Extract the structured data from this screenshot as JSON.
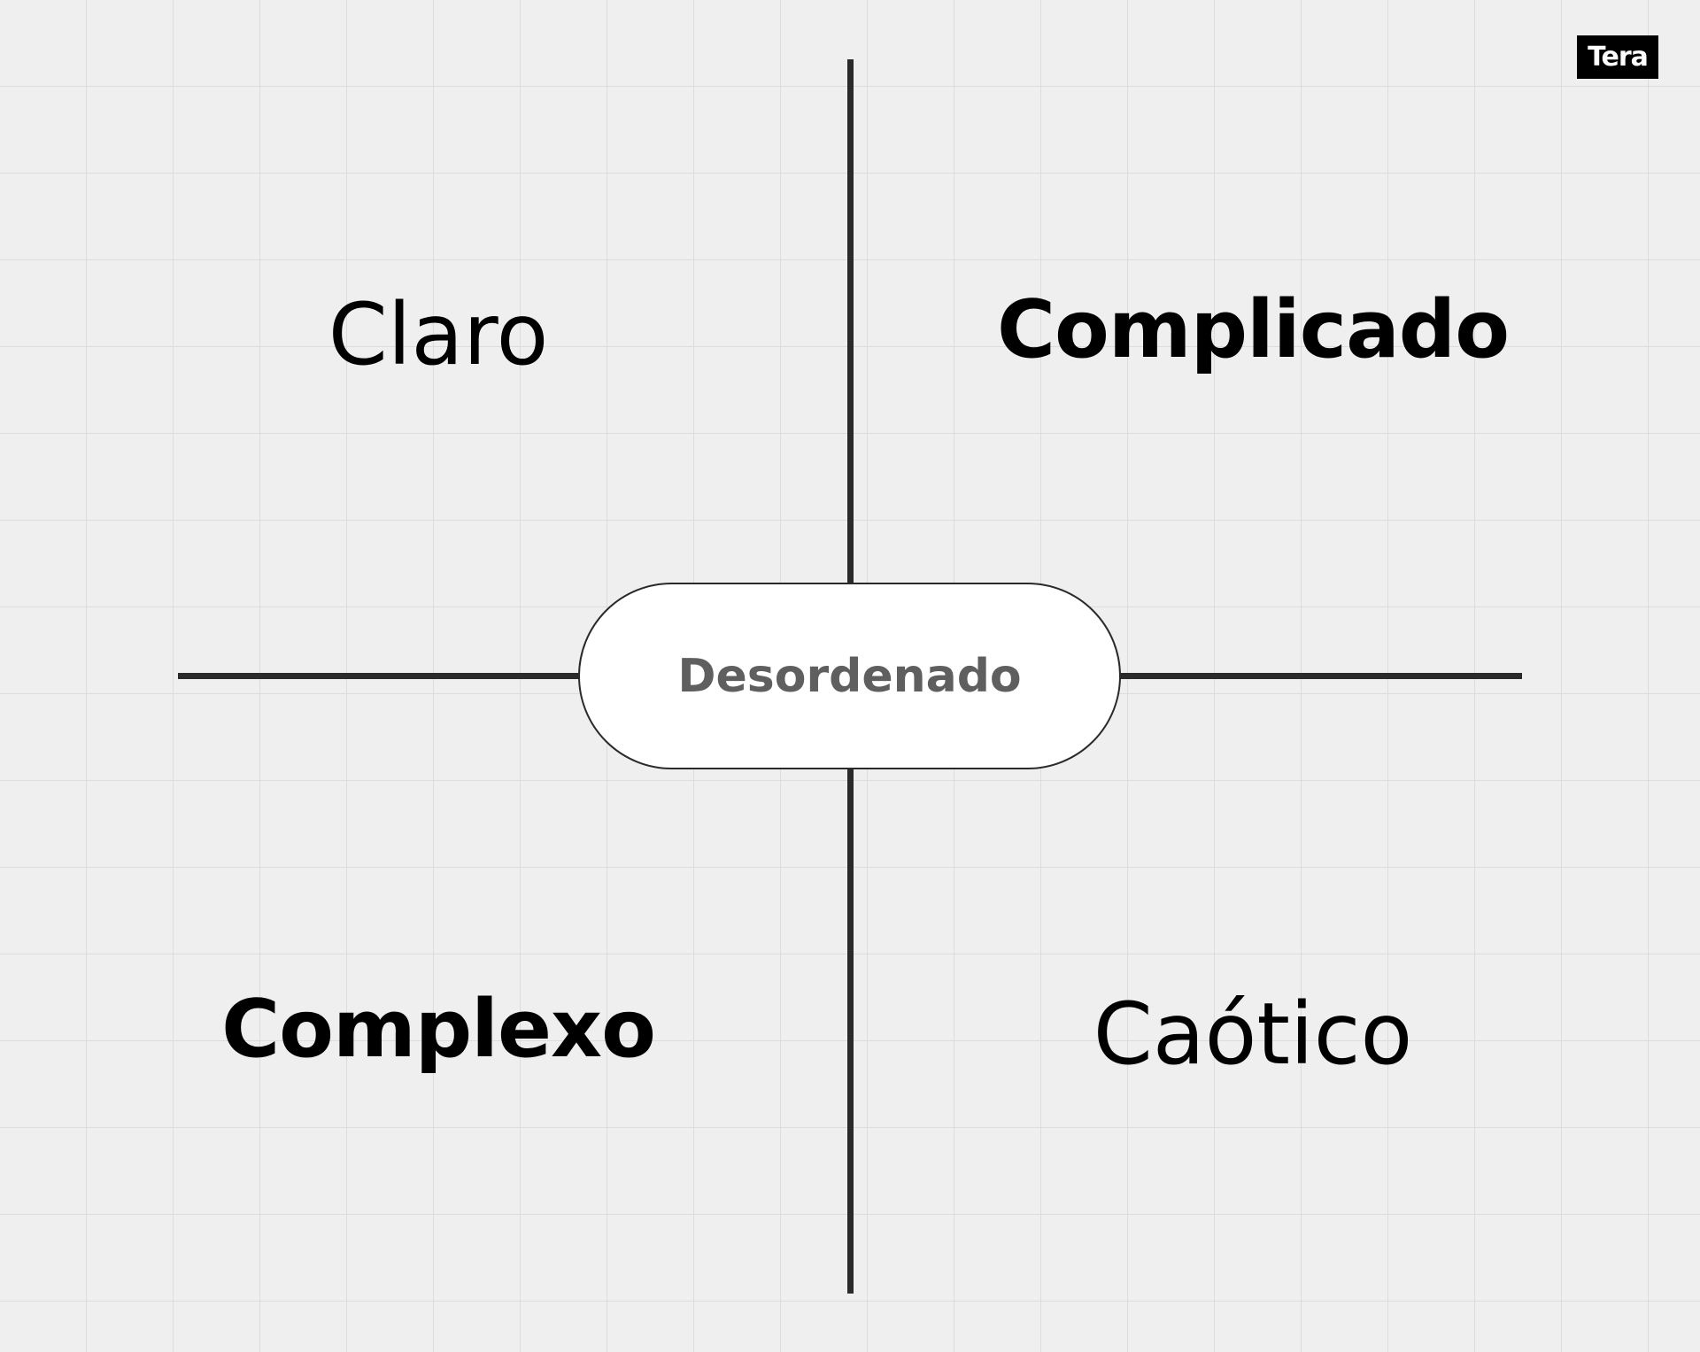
{
  "logo": {
    "text": "Tera"
  },
  "diagram": {
    "center_label": "Desordenado",
    "quadrants": {
      "top_left": "Claro",
      "top_right": "Complicado",
      "bottom_left": "Complexo",
      "bottom_right": "Caótico"
    }
  },
  "colors": {
    "background": "#efefef",
    "axis": "#2a2a2a",
    "center_text": "#5f5f5f",
    "logo_background": "#000000",
    "logo_text": "#ffffff"
  }
}
